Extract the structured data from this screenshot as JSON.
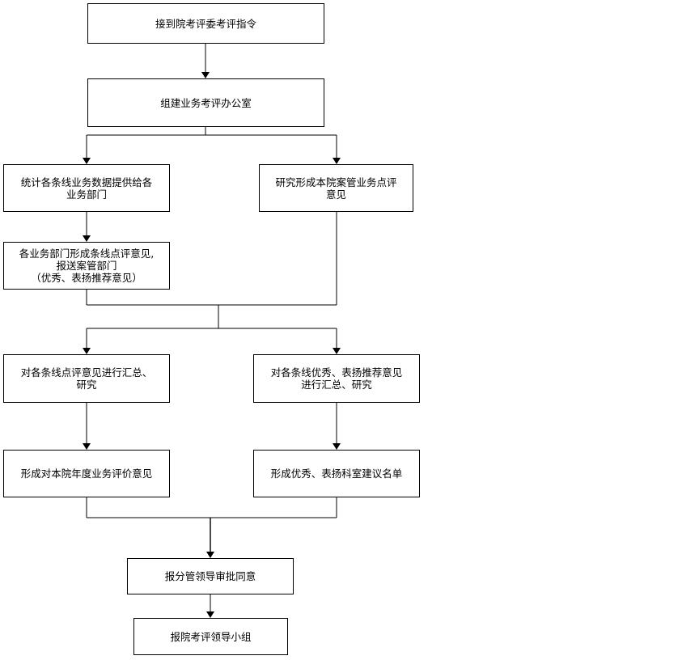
{
  "nodes": {
    "receive_order": "接到院考评委考评指令",
    "build_office": "组建业务考评办公室",
    "stat_data": "统计各条线业务数据提供给各\n业务部门",
    "research_opinion": "研究形成本院案管业务点评\n意见",
    "dept_opinion": "各业务部门形成条线点评意见,\n报送案管部门\n（优秀、表扬推荐意见）",
    "summarize_review": "对各条线点评意见进行汇总、\n研究",
    "summarize_recommend": "对各条线优秀、表扬推荐意见\n进行汇总、研究",
    "annual_evaluation": "形成对本院年度业务评价意见",
    "recommend_list": "形成优秀、表扬科室建议名单",
    "report_approval": "报分管领导审批同意",
    "report_group": "报院考评领导小组"
  }
}
